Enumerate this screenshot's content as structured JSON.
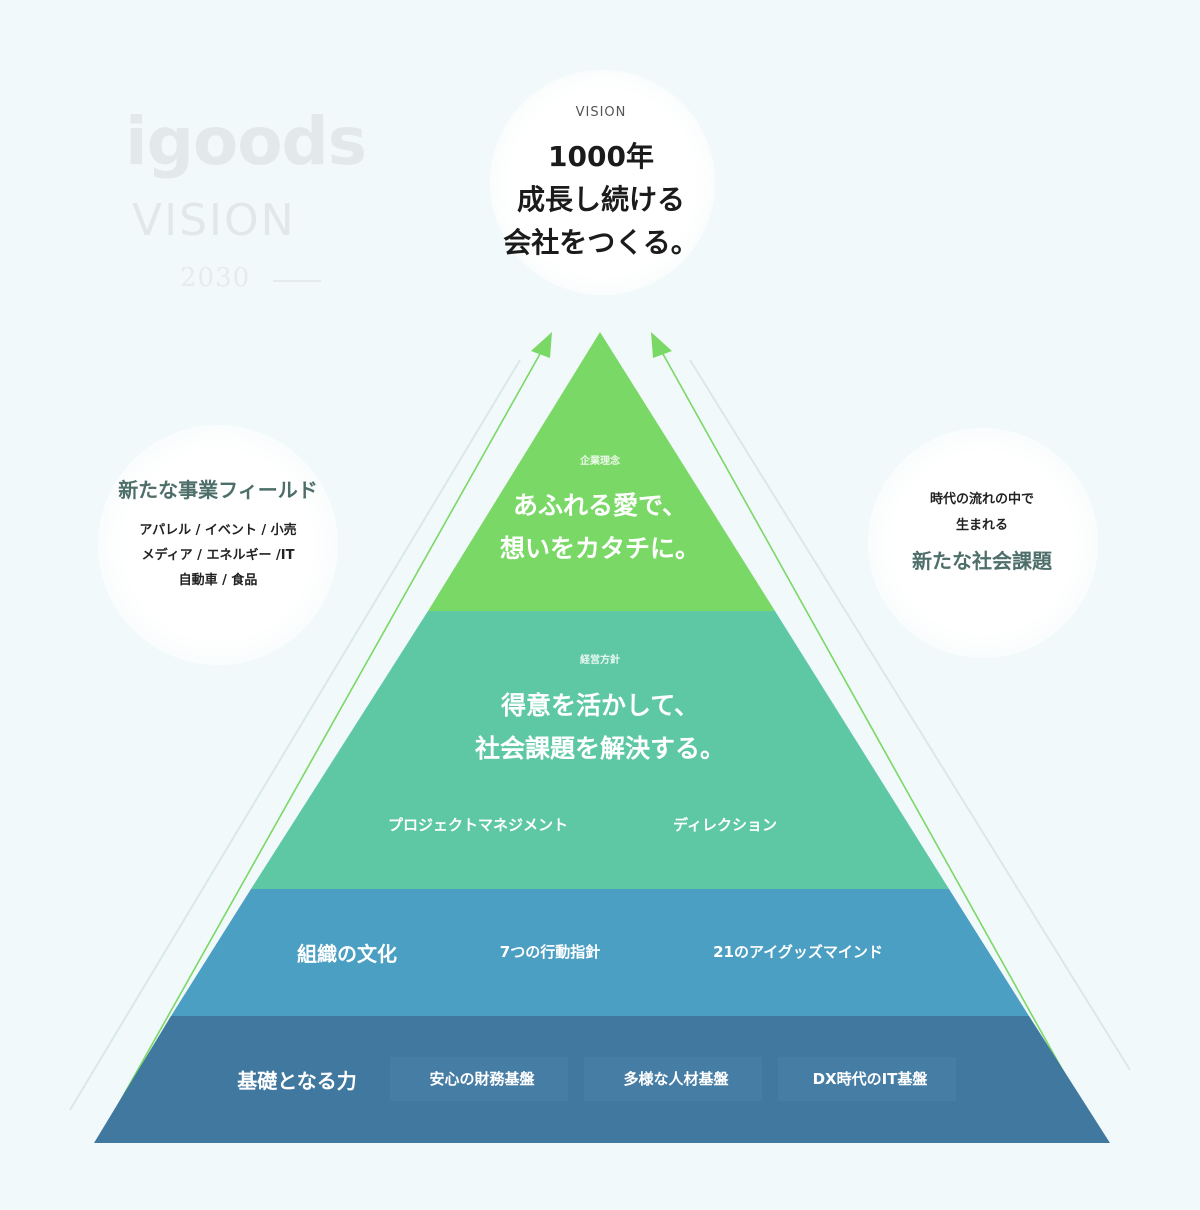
{
  "logo": {
    "wordmark": "igoods",
    "vision": "VISION",
    "year": "2030"
  },
  "vision": {
    "label": "VISION",
    "lines": [
      "1000年",
      "成長し続ける",
      "会社をつくる。"
    ]
  },
  "left_bubble": {
    "title": "新たな事業フィールド",
    "items": [
      "アパレル / イベント / 小売",
      "メディア / エネルギー /IT",
      "自動車 / 食品"
    ]
  },
  "right_bubble": {
    "line1": "時代の流れの中で",
    "line2": "生まれる",
    "title": "新たな社会課題"
  },
  "pyramid": {
    "philosophy": {
      "label": "企業理念",
      "lines": [
        "あふれる愛で、",
        "想いをカタチに。"
      ]
    },
    "policy": {
      "label": "経営方針",
      "lines": [
        "得意を活かして、",
        "社会課題を解決する。"
      ],
      "items": [
        "プロジェクトマネジメント",
        "ディレクション"
      ]
    },
    "culture": {
      "title": "組織の文化",
      "items": [
        "7つの行動指針",
        "21のアイグッズマインド"
      ]
    },
    "foundation": {
      "title": "基礎となる力",
      "items": [
        "安心の財務基盤",
        "多様な人材基盤",
        "DX時代のIT基盤"
      ]
    },
    "colors": {
      "philosophy": "#7ad866",
      "policy": "#5ec8a5",
      "culture": "#4b9fc3",
      "foundation": "#41789f",
      "arrow": "#7ad866"
    }
  }
}
